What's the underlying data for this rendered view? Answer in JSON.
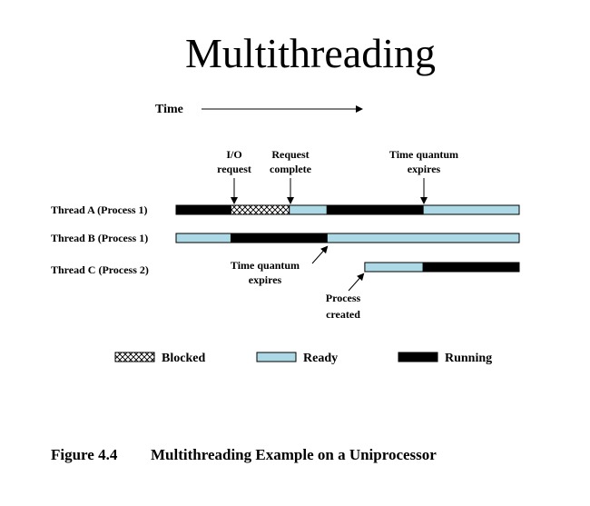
{
  "title": "Multithreading",
  "time_axis_label": "Time",
  "threads": [
    {
      "name": "Thread A (Process 1)",
      "segments": [
        {
          "state": "running",
          "start": 0,
          "end": 16
        },
        {
          "state": "blocked",
          "start": 16,
          "end": 33
        },
        {
          "state": "ready",
          "start": 33,
          "end": 44
        },
        {
          "state": "running",
          "start": 44,
          "end": 72
        },
        {
          "state": "ready",
          "start": 72,
          "end": 100
        }
      ]
    },
    {
      "name": "Thread B (Process 1)",
      "segments": [
        {
          "state": "ready",
          "start": 0,
          "end": 16
        },
        {
          "state": "running",
          "start": 16,
          "end": 44
        },
        {
          "state": "ready",
          "start": 44,
          "end": 100
        }
      ]
    },
    {
      "name": "Thread C (Process 2)",
      "segments": [
        {
          "state": "ready",
          "start": 55,
          "end": 72
        },
        {
          "state": "running",
          "start": 72,
          "end": 100
        }
      ]
    }
  ],
  "annotations": {
    "io_request": [
      "I/O",
      "request"
    ],
    "request_complete": [
      "Request",
      "complete"
    ],
    "time_quantum_top": [
      "Time quantum",
      "expires"
    ],
    "time_quantum_mid": [
      "Time quantum",
      "expires"
    ],
    "process_created": [
      "Process",
      "created"
    ]
  },
  "legend": [
    {
      "state": "blocked",
      "label": "Blocked"
    },
    {
      "state": "ready",
      "label": "Ready"
    },
    {
      "state": "running",
      "label": "Running"
    }
  ],
  "caption": {
    "number": "Figure 4.4",
    "text": "Multithreading Example on a Uniprocessor"
  },
  "colors": {
    "ready": "#add8e6",
    "running": "#000000",
    "blocked_pattern": "crosshatch"
  }
}
